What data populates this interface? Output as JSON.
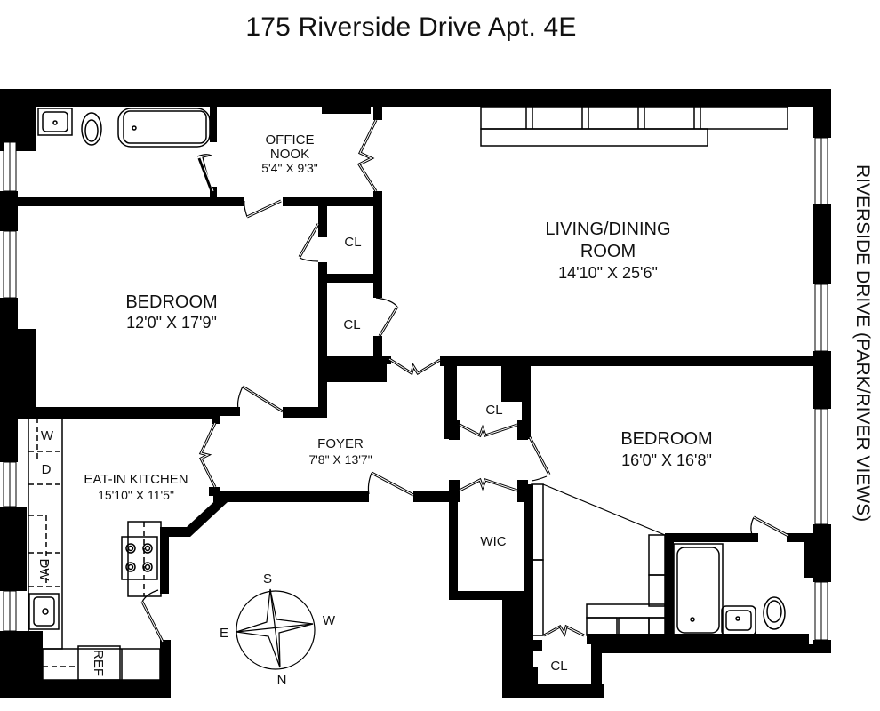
{
  "header": {
    "title": "175 Riverside Drive Apt. 4E"
  },
  "street_label": "RIVERSIDE DRIVE (PARK/RIVER VIEWS)",
  "colors": {
    "wall": "#000000",
    "background": "#ffffff",
    "text": "#111111"
  },
  "rooms": {
    "office_nook": {
      "name_line1": "OFFICE",
      "name_line2": "NOOK",
      "dims": "5'4\" X 9'3\""
    },
    "living_dining": {
      "name_line1": "LIVING/DINING",
      "name_line2": "ROOM",
      "dims": "14'10\" X 25'6\""
    },
    "bedroom_west": {
      "name": "BEDROOM",
      "dims": "12'0\" X 17'9\""
    },
    "closet_1": {
      "name": "CL"
    },
    "closet_2": {
      "name": "CL"
    },
    "foyer": {
      "name": "FOYER",
      "dims": "7'8\" X 13'7\""
    },
    "closet_3": {
      "name": "CL"
    },
    "bedroom_east": {
      "name": "BEDROOM",
      "dims": "16'0\" X 16'8\""
    },
    "kitchen": {
      "name": "EAT-IN KITCHEN",
      "dims": "15'10\" X 11'5\""
    },
    "wic": {
      "name": "WIC"
    },
    "closet_4": {
      "name": "CL"
    }
  },
  "appliances": {
    "washer": "W",
    "dryer": "D",
    "dishwasher": "DW",
    "refrigerator": "REF"
  },
  "compass": {
    "top": "S",
    "bottom": "N",
    "left": "E",
    "right": "W"
  }
}
